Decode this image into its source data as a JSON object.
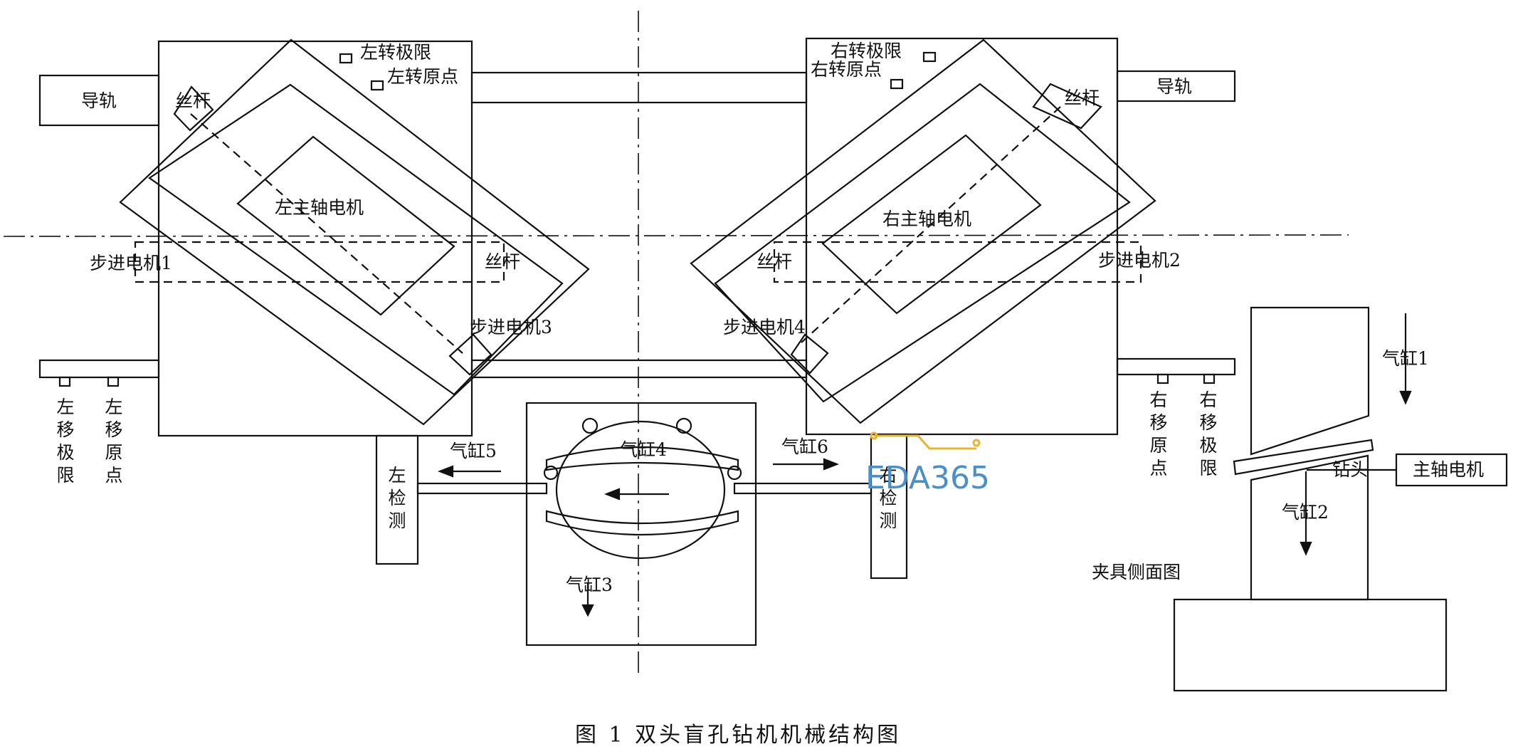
{
  "labels": {
    "left_rail": "导轨",
    "right_rail": "导轨",
    "left_rotate_limit": "左转极限",
    "left_rotate_origin": "左转原点",
    "right_rotate_limit": "右转极限",
    "right_rotate_origin": "右转原点",
    "left_screw_top": "丝杆",
    "left_screw_mid": "丝杆",
    "right_screw_top": "丝杆",
    "right_screw_mid": "丝杆",
    "left_spindle_motor": "左主轴电机",
    "right_spindle_motor": "右主轴电机",
    "stepper_1": "步进电机1",
    "stepper_2": "步进电机2",
    "stepper_3": "步进电机3",
    "stepper_4": "步进电机4",
    "left_move_limit": "左移极限",
    "left_move_origin": "左移原点",
    "right_move_origin": "右移原点",
    "right_move_limit": "右移极限",
    "left_detect": "左检测",
    "right_detect": "右检测",
    "cylinder_1": "气缸1",
    "cylinder_2": "气缸2",
    "cylinder_3": "气缸3",
    "cylinder_4": "气缸4",
    "cylinder_5": "气缸5",
    "cylinder_6": "气缸6",
    "drill_bit": "钻头",
    "spindle_motor": "主轴电机",
    "fixture_side_view": "夹具侧面图",
    "caption": "图 1   双头盲孔钻机机械结构图",
    "watermark": "EDA365"
  }
}
